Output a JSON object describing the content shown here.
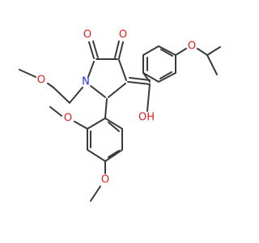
{
  "molecule": {
    "atoms": {
      "o_ketone_left": "O",
      "o_ketone_right": "O",
      "n_ring": "N",
      "o_methoxyethyl": "O",
      "o_isopropoxy": "O",
      "o_hydroxyl": "OH",
      "o_ortho_methoxy": "O",
      "o_para_methoxy": "O"
    }
  }
}
